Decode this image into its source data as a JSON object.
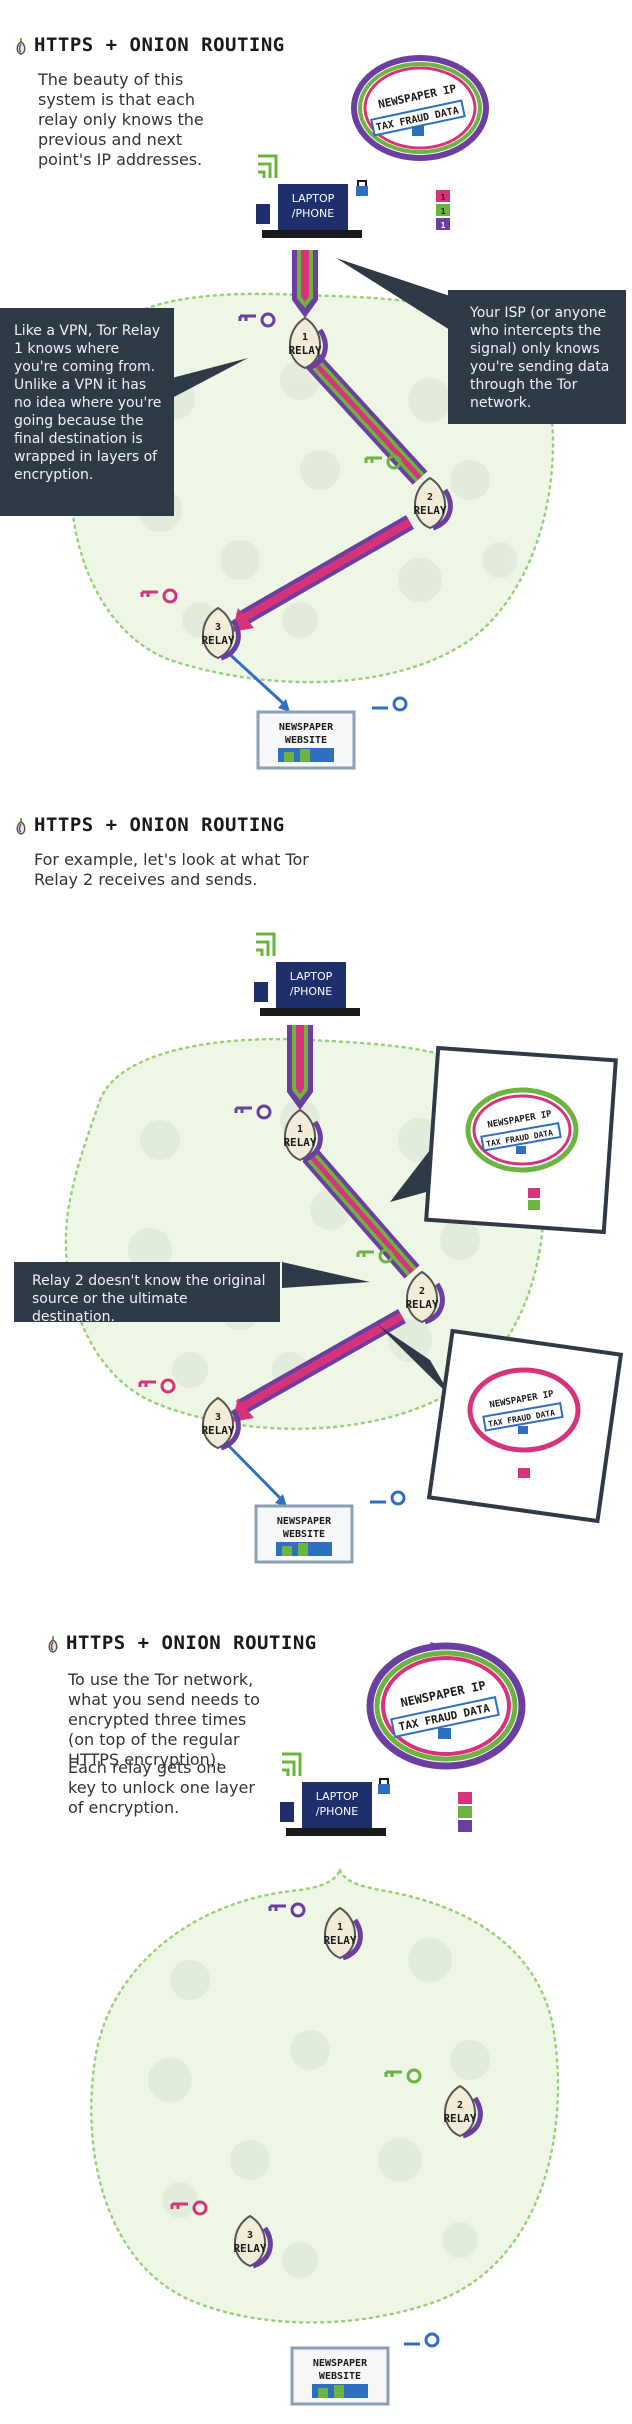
{
  "panel1": {
    "title": "HTTPS + ONION ROUTING",
    "intro": "The beauty of this system is that each relay only knows the previous and next point's IP addresses.",
    "callout_left": "Like a VPN, Tor Relay 1 knows where you're coming from. Unlike a VPN it has no idea where you're going because the final destination is wrapped in layers of encryption.",
    "callout_right": "Your ISP (or anyone who intercepts the signal) only knows you're sending data through the Tor network."
  },
  "panel2": {
    "title": "HTTPS + ONION ROUTING",
    "intro": "For example, let's look at what Tor Relay 2 receives and sends.",
    "callout_left": "Relay 2 doesn't know the original source or the ultimate destination."
  },
  "panel3": {
    "title": "HTTPS + ONION ROUTING",
    "intro_1": "To use the Tor network, what you send needs to encrypted three times (on top of the regular HTTPS encryption).",
    "intro_2": "Each relay gets one key to unlock one layer of encryption."
  },
  "labels": {
    "laptop_line1": "LAPTOP",
    "laptop_line2": "/PHONE",
    "relay_word": "RELAY",
    "relay1": "1",
    "relay2": "2",
    "relay3": "3",
    "website_line1": "NEWSPAPER",
    "website_line2": "WEBSITE",
    "bubble_line1": "NEWSPAPER IP",
    "bubble_line2": "TAX FRAUD DATA"
  },
  "colors": {
    "key_purple": "#6a3fa0",
    "key_green": "#6cb33f",
    "key_pink": "#d6337a",
    "key_blue": "#2f6fbf",
    "laptop_navy": "#1f2f6b",
    "network_green": "#eef6e6",
    "callout_bg": "#2f3a46"
  },
  "icons": {
    "title_icon": "onion-icon",
    "wifi": "wifi-icon",
    "key": "key-icon",
    "lock": "padlock-icon",
    "relay": "onion-relay-icon"
  }
}
